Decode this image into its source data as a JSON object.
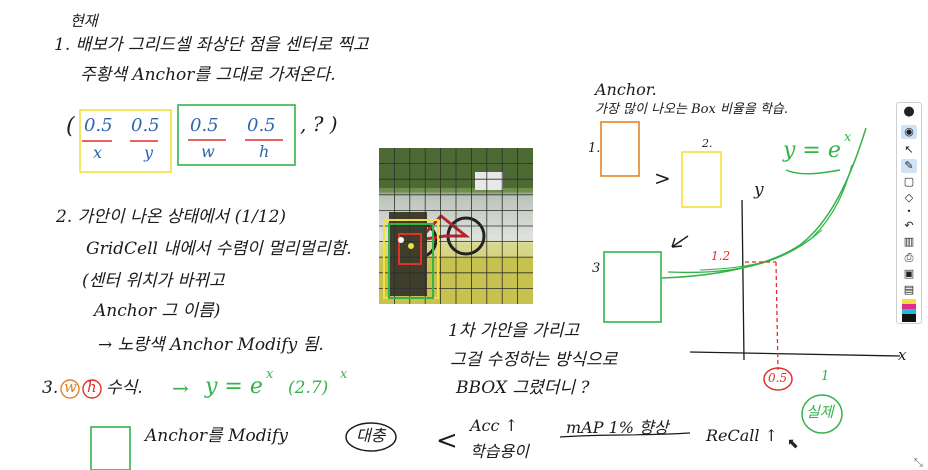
{
  "page": {
    "title": "현재",
    "left": {
      "line1": "1. 배보가 그리드셀 좌상단 점을 센터로 찍고",
      "line2": "주황색 Anchor를 그대로 가져온다.",
      "tuple_open": "(",
      "tuple_v1": "0.5",
      "tuple_l1": "x",
      "tuple_v2": "0.5",
      "tuple_l2": "y",
      "tuple_v3": "0.5",
      "tuple_l3": "w",
      "tuple_v4": "0.5",
      "tuple_l4": "h",
      "tuple_tail": ", ?  )",
      "s2_line1": "2. 가안이 나온 상태에서 (1/12)",
      "s2_line2": "GridCell 내에서 수렴이 멀리멀리함.",
      "s2_line3": "(센터 위치가 바뀌고",
      "s2_line4": "Anchor 그 이름)",
      "s2_line5": "→ 노랑색 Anchor Modify 됨.",
      "s3_prefix": "3.",
      "s3_w": "w",
      "s3_h": "h",
      "s3_rest": "수식.",
      "s3_arrow": "→",
      "s3_formula": "y = e",
      "s3_formula_exp": "x",
      "s3_paren": "(2.7)",
      "s3_paren_exp": "x",
      "bottom_anchor": "Anchor를 Modify",
      "bottom_circled": "대충"
    },
    "right": {
      "anchor_title": "Anchor.",
      "anchor_sub": "가장 많이 나오는 Box 비율을 학습.",
      "label_1": "1.",
      "label_2": "2.",
      "label_3": "3",
      "formula": "y = e",
      "formula_exp": "x",
      "axis_y": "y",
      "axis_x": "x",
      "val_12": "1.2",
      "val_05": "0.5",
      "val_1": "1",
      "circled_note": "실제",
      "arrow_small": ">"
    },
    "middle": {
      "line1": "1차 가안을 가리고",
      "line2": "그걸 수정하는 방식으로",
      "line3": "BBOX 그렸더니 ?",
      "acc": "Acc ↑",
      "learn": "학습용이",
      "map": "mAP 1% 향상",
      "recall": "ReCall ↑",
      "bracket": "<"
    },
    "colors": {
      "ink": "#1b1b1b",
      "yellow": "#f3e03a",
      "green": "#34b34a",
      "orange": "#e2832a",
      "red": "#e0312b",
      "blue": "#2f64b0"
    },
    "toolbar": {
      "icons": [
        "pen-icon",
        "eye-icon",
        "cursor-icon",
        "marker-icon",
        "square-icon",
        "eraser-icon",
        "undo-icon",
        "trash-icon",
        "print-icon",
        "camera-icon",
        "page-icon"
      ]
    }
  }
}
